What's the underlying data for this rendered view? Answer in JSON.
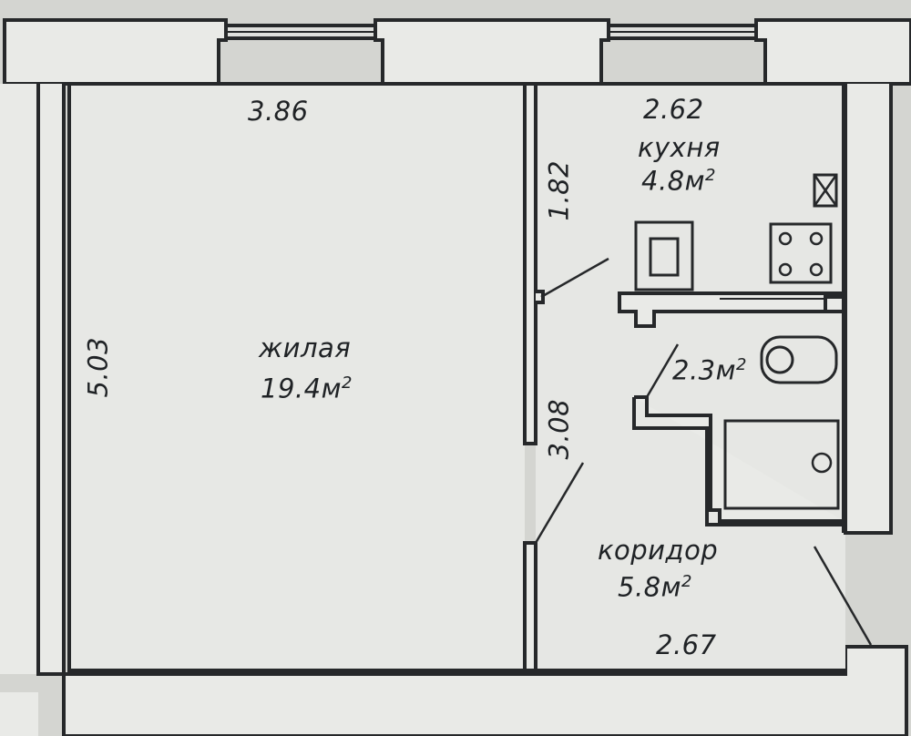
{
  "rooms": {
    "living": {
      "name": "жилая",
      "area": "19.4м",
      "sup": "2"
    },
    "kitchen": {
      "name": "кухня",
      "area": "4.8м",
      "sup": "2"
    },
    "bathroom": {
      "area": "2.3м",
      "sup": "2"
    },
    "corridor": {
      "name": "коридор",
      "area": "5.8м",
      "sup": "2"
    }
  },
  "dimensions": {
    "living_width": "3.86",
    "living_height": "5.03",
    "kitchen_width": "2.62",
    "kitchen_partition": "1.82",
    "corridor_partition": "3.08",
    "corridor_width": "2.67"
  },
  "colors": {
    "background": "#d4d5d1",
    "floor": "#e7e8e5",
    "wall": "#26282a",
    "wall_fill": "#e9eae7"
  }
}
